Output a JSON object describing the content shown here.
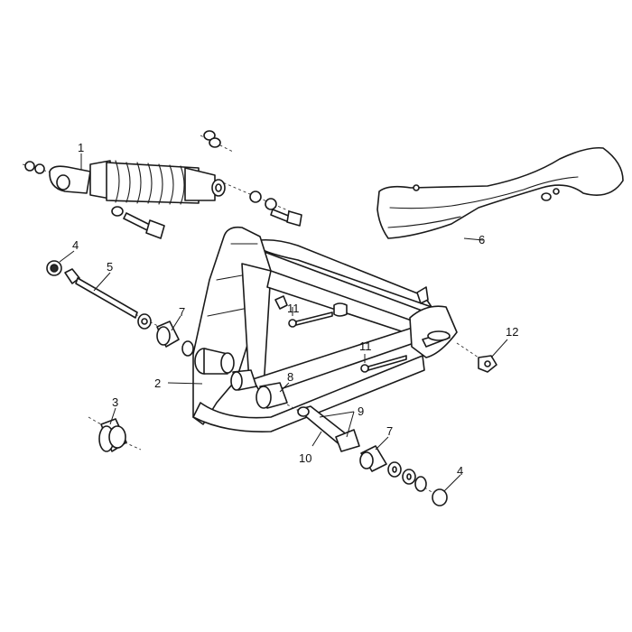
{
  "diagram": {
    "callouts": [
      {
        "id": "1",
        "label": "1"
      },
      {
        "id": "2",
        "label": "2"
      },
      {
        "id": "3",
        "label": "3"
      },
      {
        "id": "4a",
        "label": "4"
      },
      {
        "id": "4b",
        "label": "4"
      },
      {
        "id": "5",
        "label": "5"
      },
      {
        "id": "6",
        "label": "6"
      },
      {
        "id": "7a",
        "label": "7"
      },
      {
        "id": "7b",
        "label": "7"
      },
      {
        "id": "8",
        "label": "8"
      },
      {
        "id": "9",
        "label": "9"
      },
      {
        "id": "10",
        "label": "10"
      },
      {
        "id": "11a",
        "label": "11"
      },
      {
        "id": "11b",
        "label": "11"
      },
      {
        "id": "12",
        "label": "12"
      }
    ],
    "colors": {
      "line": "#1a1a1a",
      "background": "#ffffff"
    }
  }
}
